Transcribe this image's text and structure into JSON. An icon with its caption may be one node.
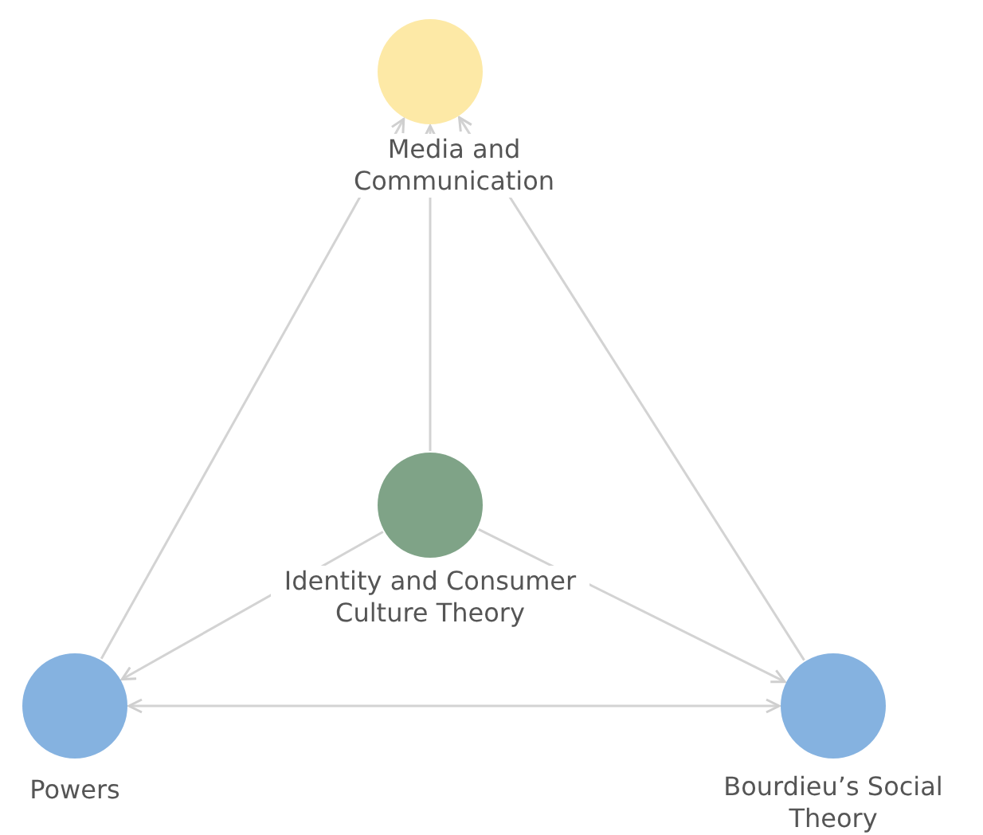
{
  "diagram": {
    "nodes": [
      {
        "text": [
          "Media and Communication"
        ]
      },
      {
        "text": [
          "Identity and Consumer Culture Theory"
        ]
      },
      {
        "text": [
          "Powers"
        ]
      },
      {
        "text": [
          "Bourdieu’s Social Theory"
        ]
      }
    ],
    "edges": [
      {
        "from": 1,
        "to": 0,
        "arrow": "to"
      },
      {
        "from": 2,
        "to": 0,
        "arrow": "to"
      },
      {
        "from": 3,
        "to": 0,
        "arrow": "to"
      },
      {
        "from": 1,
        "to": 2,
        "arrow": "to"
      },
      {
        "from": 1,
        "to": 3,
        "arrow": "to"
      },
      {
        "from": 2,
        "to": 3,
        "arrow": "both"
      }
    ]
  }
}
